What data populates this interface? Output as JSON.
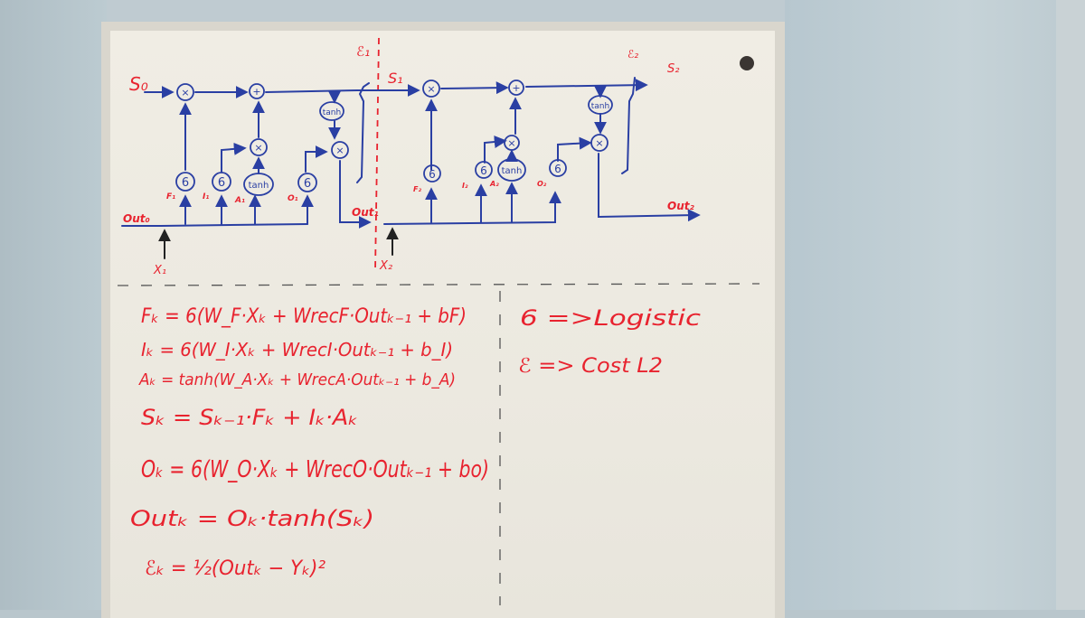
{
  "diagram": {
    "cell1": {
      "state_in": "S₀",
      "state_out": "S₁",
      "output_in": "Out₀",
      "output_out": "Out₁",
      "input": "X₁",
      "error": "ℰ₁",
      "gates": [
        "F₁",
        "I₁",
        "A₁",
        "O₁"
      ],
      "sigma": "6",
      "mul": "×",
      "add": "+",
      "tanh": "tanh"
    },
    "cell2": {
      "state_out": "S₂",
      "output_out": "Out₂",
      "input": "X₂",
      "error": "ℰ₂",
      "gates": [
        "F₂",
        "I₂",
        "A₂",
        "O₂"
      ]
    }
  },
  "equations": [
    "Fₖ = 6(W_F·Xₖ + WrecF·Outₖ₋₁ + bF)",
    "Iₖ = 6(W_I·Xₖ + WrecI·Outₖ₋₁ + b_I)",
    "Aₖ = tanh(W_A·Xₖ + WrecA·Outₖ₋₁ + b_A)",
    "Sₖ = Sₖ₋₁·Fₖ + Iₖ·Aₖ",
    "Oₖ = 6(W_O·Xₖ + WrecO·Outₖ₋₁ + bo)",
    "Outₖ = Oₖ·tanh(Sₖ)",
    "ℰₖ = ½(Outₖ − Yₖ)²"
  ],
  "legend": [
    "6 =>Logistic",
    "ℰ => Cost L2"
  ],
  "colors": {
    "marker_red": "#e8232f",
    "marker_blue": "#2a3fa3",
    "board": "#eeebe2",
    "wall": "#b9c6cc"
  }
}
